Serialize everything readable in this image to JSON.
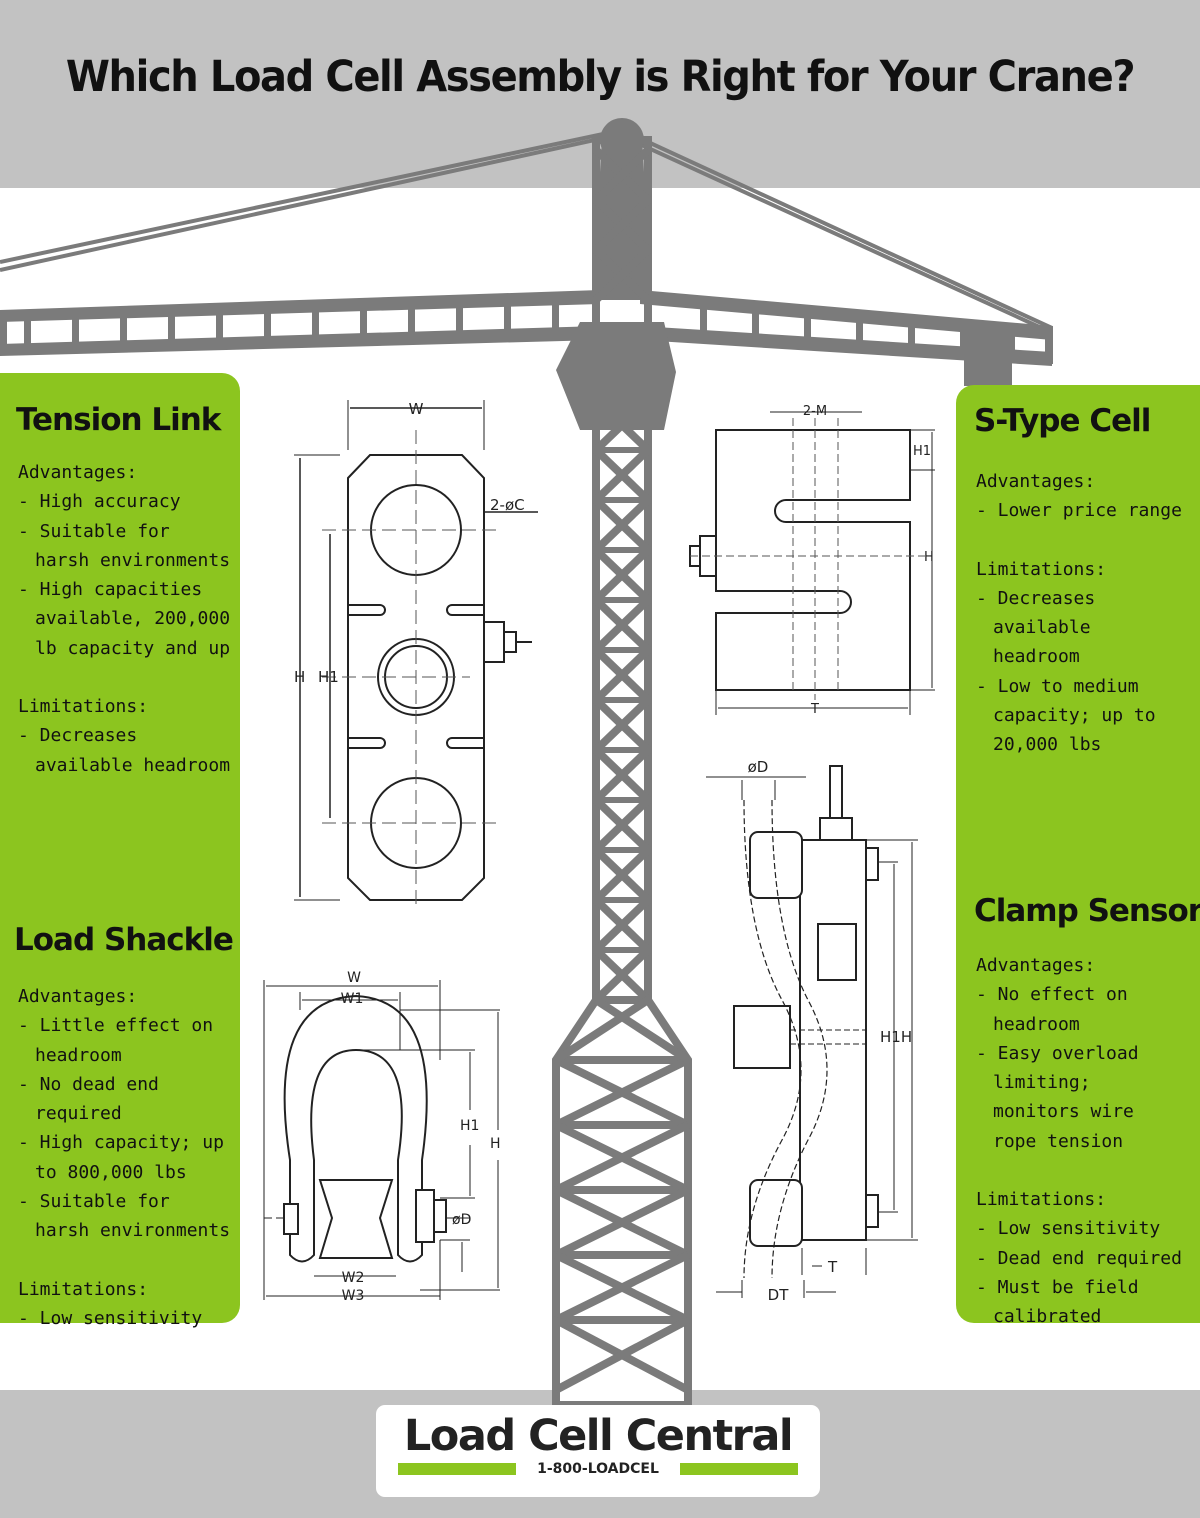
{
  "title": "Which Load Cell Assembly is Right for Your Crane?",
  "colors": {
    "banner_gray": "#c2c2c2",
    "panel_green": "#8cc51f",
    "crane_gray": "#7b7b7b",
    "text": "#111111"
  },
  "sections": {
    "tension_link": {
      "title": "Tension Link",
      "advantages_label": "Advantages:",
      "advantages": [
        "- High accuracy",
        "- Suitable for harsh environments",
        "- High capacities available, 200,000 lb capacity and up"
      ],
      "limitations_label": "Limitations:",
      "limitations": [
        "- Decreases available headroom"
      ]
    },
    "load_shackle": {
      "title": "Load Shackle",
      "advantages_label": "Advantages:",
      "advantages": [
        "- Little effect on headroom",
        "- No dead end required",
        "- High capacity; up to 800,000 lbs",
        "- Suitable for harsh environments"
      ],
      "limitations_label": "Limitations:",
      "limitations": [
        "- Low sensitivity"
      ]
    },
    "s_type": {
      "title": "S-Type Cell",
      "advantages_label": "Advantages:",
      "advantages": [
        "- Lower price range"
      ],
      "limitations_label": "Limitations:",
      "limitations": [
        "- Decreases available headroom",
        "- Low to medium capacity; up to 20,000 lbs"
      ]
    },
    "clamp_sensor": {
      "title": "Clamp Sensor",
      "advantages_label": "Advantages:",
      "advantages": [
        "- No effect on headroom",
        "- Easy overload limiting; monitors wire rope tension"
      ],
      "limitations_label": "Limitations:",
      "limitations": [
        "- Low sensitivity",
        "- Dead end required",
        "- Must be field calibrated"
      ]
    }
  },
  "diagram_labels": {
    "tension_link": {
      "w": "W",
      "c": "2-øC",
      "h": "H",
      "h1": "H1"
    },
    "load_shackle": {
      "w": "W",
      "w1": "W1",
      "w2": "W2",
      "w3": "W3",
      "h": "H",
      "h1": "H1",
      "d": "øD"
    },
    "s_type": {
      "m": "2-M",
      "h1": "H1",
      "h": "H",
      "t": "T"
    },
    "clamp_sensor": {
      "d": "øD",
      "h1h": "H1H",
      "t": "T",
      "dt": "DT"
    }
  },
  "logo": {
    "name": "Load Cell Central",
    "phone": "1-800-LOADCEL"
  }
}
